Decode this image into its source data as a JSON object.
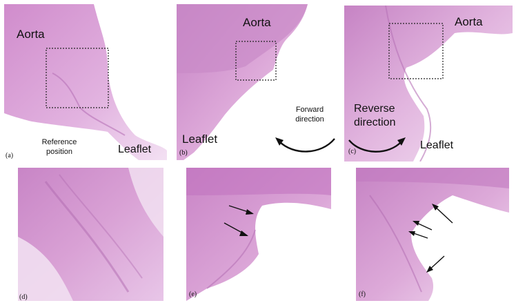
{
  "panels": {
    "a": {
      "tag": "(a)",
      "labels": {
        "aorta": "Aorta",
        "leaflet": "Leaflet",
        "reference": "Reference position"
      }
    },
    "b": {
      "tag": "(b)",
      "labels": {
        "aorta": "Aorta",
        "leaflet": "Leaflet"
      }
    },
    "c": {
      "tag": "(c)",
      "labels": {
        "aorta": "Aorta",
        "leaflet": "Leaflet"
      }
    },
    "d": {
      "tag": "(d)"
    },
    "e": {
      "tag": "(e)"
    },
    "f": {
      "tag": "(f)"
    }
  },
  "directions": {
    "forward": "Forward direction",
    "reverse": "Reverse direction"
  },
  "colors": {
    "tissue": "#d9a2d6",
    "tissue_light": "#ead0ec",
    "tissue_dark": "#c484c6",
    "background": "#ffffff"
  }
}
